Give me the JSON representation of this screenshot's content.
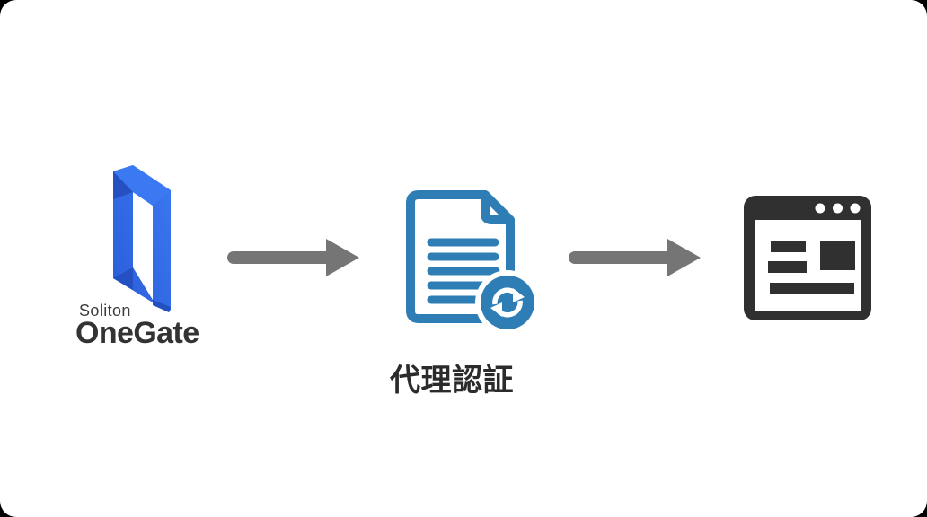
{
  "logo": {
    "brand": "Soliton",
    "product": "OneGate"
  },
  "flow": {
    "step_label": "代理認証",
    "sequence": [
      "soliton-onegate-logo",
      "document-sync-icon",
      "browser-window-icon"
    ]
  },
  "colors": {
    "logo_blue": "#2B61DE",
    "logo_blue_light": "#3B79F2",
    "logo_blue_dark": "#2450C2",
    "document_blue": "#2E7EB5",
    "arrow_gray": "#757575",
    "browser_dark": "#303030",
    "text_dark": "#333333",
    "label_dark": "#2B2B2B",
    "card_background": "#FFFFFF"
  }
}
